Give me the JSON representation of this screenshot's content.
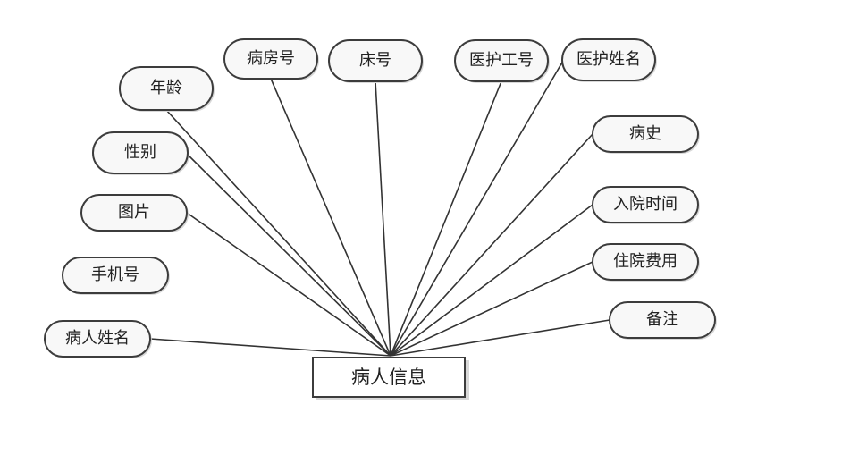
{
  "entity": {
    "label": "病人信息"
  },
  "attributes": [
    "病房号",
    "床号",
    "医护工号",
    "医护姓名",
    "年龄",
    "性别",
    "图片",
    "手机号",
    "病人姓名",
    "病史",
    "入院时间",
    "住院费用",
    "备注"
  ]
}
